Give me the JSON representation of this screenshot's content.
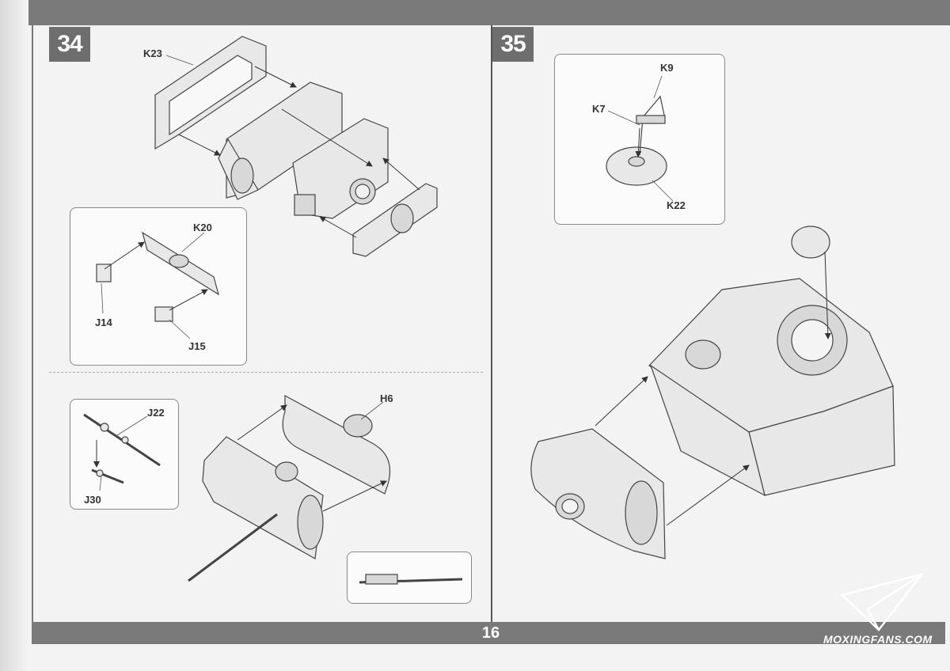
{
  "steps": [
    {
      "number": "34"
    },
    {
      "number": "35"
    }
  ],
  "labels": {
    "k23": "K23",
    "k20": "K20",
    "j14": "J14",
    "j15": "J15",
    "j22": "J22",
    "j30": "J30",
    "h6": "H6",
    "k9": "K9",
    "k7": "K7",
    "k22": "K22"
  },
  "footer": {
    "page_number": "16"
  },
  "watermark": {
    "text": "MOXINGFANS.COM"
  },
  "colors": {
    "bar": "#7a7a7a",
    "paper": "#f3f3f3",
    "part_fill": "#e8e8e8",
    "stroke": "#444444"
  }
}
